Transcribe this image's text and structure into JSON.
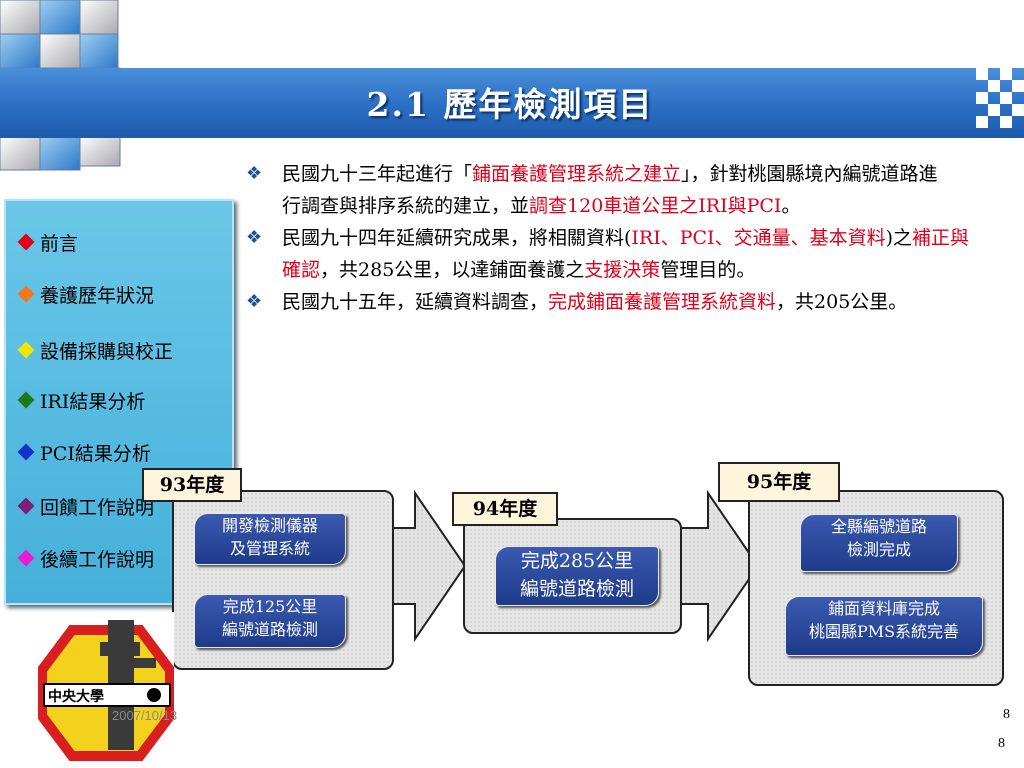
{
  "slide": {
    "title": "2.1 歷年檢測項目",
    "date": "2007/10/13",
    "page_number": "8",
    "page_number_2": "8"
  },
  "sidebar": {
    "items": [
      {
        "label": "前言",
        "color": "#e0001b"
      },
      {
        "label": "養護歷年狀況",
        "color": "#f07818"
      },
      {
        "label": "設備採購與校正",
        "color": "#f2e600"
      },
      {
        "label": "IRI結果分析",
        "color": "#1a7a1a"
      },
      {
        "label": "PCI結果分析",
        "color": "#1432c8"
      },
      {
        "label": "回饋工作說明",
        "color": "#7a1f7a"
      },
      {
        "label": "後續工作說明",
        "color": "#e61ed2"
      }
    ]
  },
  "bullets": [
    {
      "segments": [
        {
          "text": "民國九十三年起進行「",
          "hl": false
        },
        {
          "text": "鋪面養護管理系統之建立",
          "hl": true
        },
        {
          "text": "」，針對桃園縣境內編號道路進行調查與排序系統的建立，並",
          "hl": false
        },
        {
          "text": "調查120車道公里之IRI與PCI",
          "hl": true
        },
        {
          "text": "。",
          "hl": false
        }
      ]
    },
    {
      "segments": [
        {
          "text": "民國九十四年延續研究成果，將相關資料(",
          "hl": false
        },
        {
          "text": "IRI、PCI、交通量、基本資料",
          "hl": true
        },
        {
          "text": ")之",
          "hl": false
        },
        {
          "text": "補正與確認",
          "hl": true
        },
        {
          "text": "，共285公里，以達鋪面養護之",
          "hl": false
        },
        {
          "text": "支援決策",
          "hl": true
        },
        {
          "text": "管理目的。",
          "hl": false
        }
      ]
    },
    {
      "segments": [
        {
          "text": "民國九十五年，延續資料調查，",
          "hl": false
        },
        {
          "text": "完成鋪面養護管理系統資料",
          "hl": true
        },
        {
          "text": "，共205公里。",
          "hl": false
        }
      ]
    }
  ],
  "timeline": {
    "year93": {
      "label": "93年度",
      "tasks": [
        {
          "line1": "開發檢測儀器",
          "line2": "及管理系統"
        },
        {
          "line1": "完成125公里",
          "line2": "編號道路檢測"
        }
      ]
    },
    "year94": {
      "label": "94年度",
      "tasks": [
        {
          "line1": "完成285公里",
          "line2": "編號道路檢測"
        }
      ]
    },
    "year95": {
      "label": "95年度",
      "tasks": [
        {
          "line1": "全縣編號道路",
          "line2": "檢測完成"
        },
        {
          "line1": "鋪面資料庫完成",
          "line2": "桃園縣PMS系統完善"
        }
      ]
    }
  },
  "logo": {
    "text": "中央大學"
  },
  "colors": {
    "banner": "#2a6fc4",
    "highlight": "#e0001b",
    "sidebar": "#55b9e0",
    "task_bg": "#2a4a9c"
  }
}
